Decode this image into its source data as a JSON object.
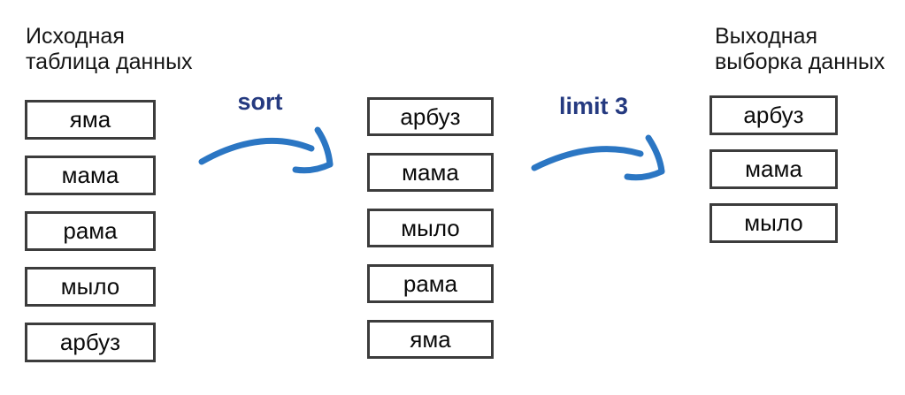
{
  "columns": {
    "source": {
      "title_line1": "Исходная",
      "title_line2": "таблица данных",
      "items": [
        "яма",
        "мама",
        "рама",
        "мыло",
        "арбуз"
      ]
    },
    "sorted": {
      "items": [
        "арбуз",
        "мама",
        "мыло",
        "рама",
        "яма"
      ]
    },
    "output": {
      "title_line1": "Выходная",
      "title_line2": "выборка данных",
      "items": [
        "арбуз",
        "мама",
        "мыло"
      ]
    }
  },
  "operations": {
    "sort": {
      "label": "sort"
    },
    "limit": {
      "label": "limit 3"
    }
  },
  "colors": {
    "arrow_blue": "#2b76c3",
    "operation_label_navy": "#253a80",
    "box_border_gray": "#3c3c3c",
    "text_black": "#0a0a0a",
    "background": "#ffffff"
  }
}
